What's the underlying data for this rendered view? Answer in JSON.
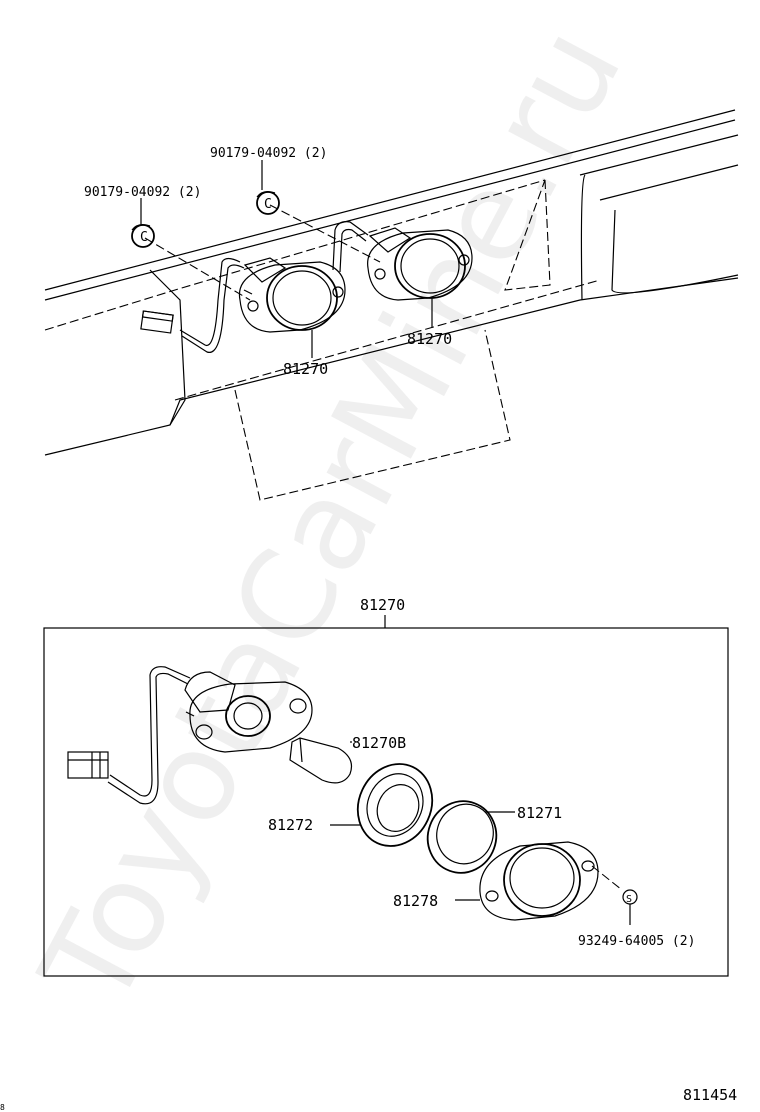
{
  "watermark": "ToyotaCarMine.ru",
  "labels": {
    "clip_a": "90179-04092 (2)",
    "clip_b": "90179-04092 (2)",
    "lamp_left": "81270",
    "lamp_right": "81270",
    "detail_title": "81270",
    "bulb": "81270B",
    "gasket": "81272",
    "inner_lens": "81271",
    "lens_cover": "81278",
    "screw": "93249-64005 (2)"
  },
  "figure_number": "811454",
  "corner_mark": "8"
}
